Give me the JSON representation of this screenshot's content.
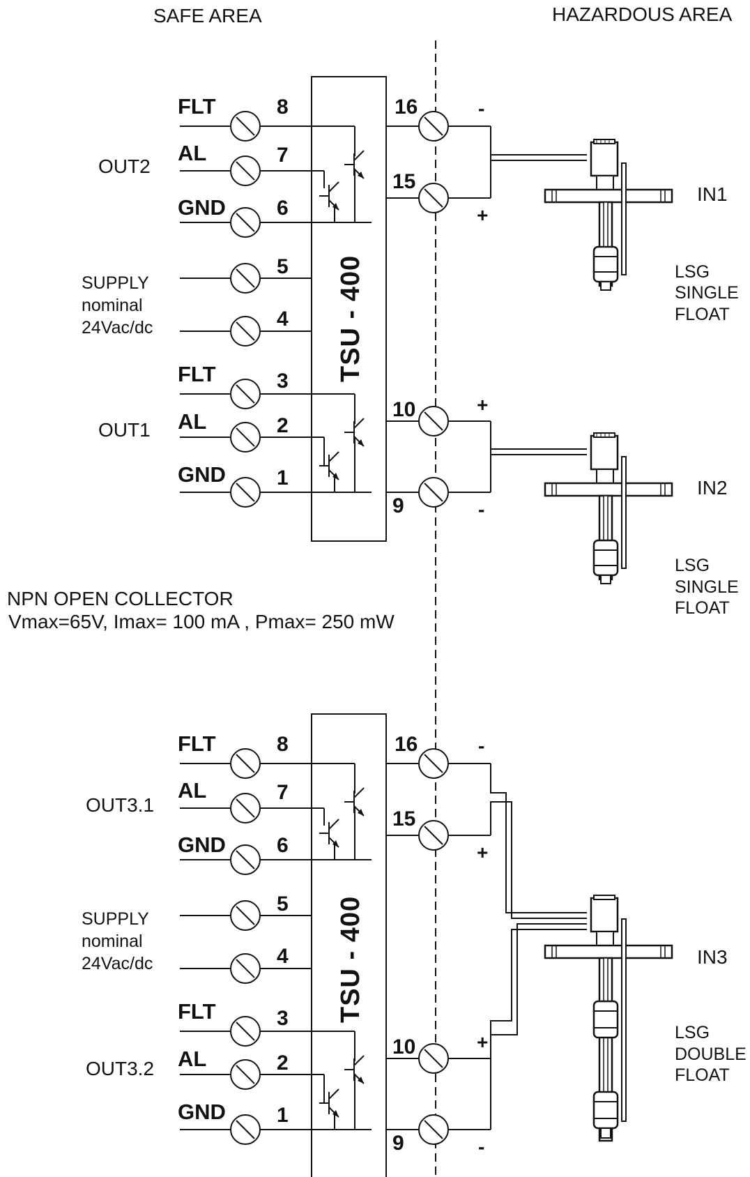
{
  "areas": {
    "safe": "SAFE AREA",
    "hazardous": "HAZARDOUS AREA"
  },
  "note": {
    "line1": "NPN OPEN COLLECTOR",
    "line2": "Vmax=65V, Imax= 100 mA , Pmax= 250 mW"
  },
  "top": {
    "device": "TSU - 400",
    "out2": "OUT2",
    "out1": "OUT1",
    "supply": [
      "SUPPLY",
      "nominal",
      "24Vac/dc"
    ],
    "signals_upper": [
      "FLT",
      "AL",
      "GND"
    ],
    "signals_lower": [
      "FLT",
      "AL",
      "GND"
    ],
    "pins_left": [
      "8",
      "7",
      "6",
      "5",
      "4",
      "3",
      "2",
      "1"
    ],
    "pins_right": [
      "16",
      "15",
      "10",
      "9"
    ],
    "polarity": [
      "-",
      "+",
      "+",
      "-"
    ],
    "inputs": [
      {
        "name": "IN1",
        "type": [
          "LSG",
          "SINGLE",
          "FLOAT"
        ]
      },
      {
        "name": "IN2",
        "type": [
          "LSG",
          "SINGLE",
          "FLOAT"
        ]
      }
    ]
  },
  "bottom": {
    "device": "TSU - 400",
    "out_upper": "OUT3.1",
    "out_lower": "OUT3.2",
    "supply": [
      "SUPPLY",
      "nominal",
      "24Vac/dc"
    ],
    "signals_upper": [
      "FLT",
      "AL",
      "GND"
    ],
    "signals_lower": [
      "FLT",
      "AL",
      "GND"
    ],
    "pins_left": [
      "8",
      "7",
      "6",
      "5",
      "4",
      "3",
      "2",
      "1"
    ],
    "pins_right": [
      "16",
      "15",
      "10",
      "9"
    ],
    "polarity": [
      "-",
      "+",
      "+",
      "-"
    ],
    "input": {
      "name": "IN3",
      "type": [
        "LSG",
        "DOUBLE",
        "FLOAT"
      ]
    }
  }
}
